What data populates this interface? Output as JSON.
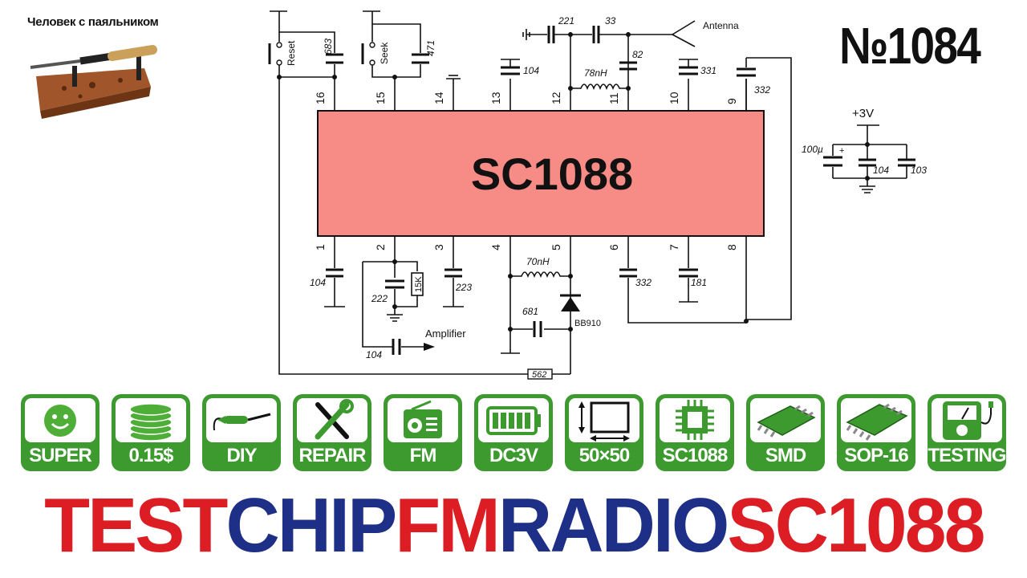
{
  "channel": {
    "name": "Человек с паяльником"
  },
  "issue": {
    "number": "№1084"
  },
  "schematic": {
    "chip": {
      "name": "SC1088",
      "color": "#f78b85"
    },
    "pins": [
      "1",
      "2",
      "3",
      "4",
      "5",
      "6",
      "7",
      "8",
      "9",
      "10",
      "11",
      "12",
      "13",
      "14",
      "15",
      "16"
    ],
    "buttons": {
      "reset": "Reset",
      "seek": "Seek"
    },
    "components": {
      "c683": "683",
      "c471": "471",
      "c104_13": "104",
      "c221": "221",
      "c33": "33",
      "c82": "82",
      "l78": "78nH",
      "c331": "331",
      "c332_9": "332",
      "c104_1": "104",
      "r15k": "15K",
      "c222": "222",
      "c223": "223",
      "l70": "70nH",
      "c681": "681",
      "diode": "BB910",
      "c332_6": "332",
      "c181": "181",
      "c104_amp": "104",
      "r562": "562"
    },
    "labels": {
      "antenna": "Antenna",
      "amplifier": "Amplifier"
    },
    "supply": {
      "voltage": "+3V",
      "c_bulk": "100µ",
      "c_bulk_polarity": "+",
      "c_mid": "104",
      "c_right": "103"
    }
  },
  "badges": [
    {
      "label": "SUPER",
      "icon": "smiley-icon"
    },
    {
      "label": "0.15$",
      "icon": "coin-stack-icon"
    },
    {
      "label": "DIY",
      "icon": "soldering-iron-icon"
    },
    {
      "label": "REPAIR",
      "icon": "tools-icon"
    },
    {
      "label": "FM",
      "icon": "radio-icon"
    },
    {
      "label": "DC3V",
      "icon": "battery-icon"
    },
    {
      "label": "50×50",
      "icon": "board-size-icon"
    },
    {
      "label": "SC1088",
      "icon": "chip-icon"
    },
    {
      "label": "SMD",
      "icon": "smd-chip-icon"
    },
    {
      "label": "SOP-16",
      "icon": "sop16-chip-icon"
    },
    {
      "label": "TESTING",
      "icon": "multimeter-icon"
    }
  ],
  "title": {
    "words": [
      {
        "text": "TEST",
        "color": "#dc1e24"
      },
      {
        "text": "CHIP",
        "color": "#1d2f86"
      },
      {
        "text": "FM",
        "color": "#dc1e24"
      },
      {
        "text": "RADIO",
        "color": "#1d2f86"
      },
      {
        "text": "SC1088",
        "color": "#dc1e24"
      }
    ]
  },
  "colors": {
    "badge_green": "#3d9a2e",
    "title_red": "#dc1e24",
    "title_blue": "#1d2f86"
  }
}
